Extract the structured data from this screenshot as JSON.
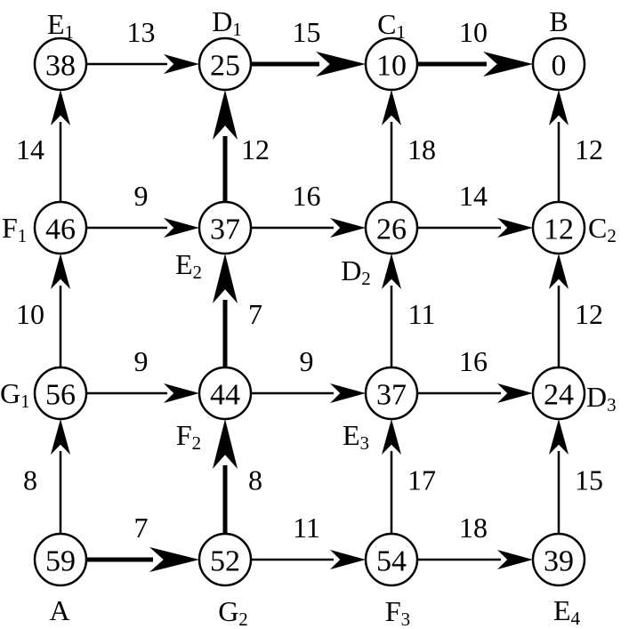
{
  "nodes": [
    {
      "id": "E1",
      "name": "E",
      "sub": "1",
      "value": "38"
    },
    {
      "id": "D1",
      "name": "D",
      "sub": "1",
      "value": "25"
    },
    {
      "id": "C1",
      "name": "C",
      "sub": "1",
      "value": "10"
    },
    {
      "id": "B",
      "name": "B",
      "sub": "",
      "value": "0"
    },
    {
      "id": "F1",
      "name": "F",
      "sub": "1",
      "value": "46"
    },
    {
      "id": "E2",
      "name": "E",
      "sub": "2",
      "value": "37"
    },
    {
      "id": "D2",
      "name": "D",
      "sub": "2",
      "value": "26"
    },
    {
      "id": "C2",
      "name": "C",
      "sub": "2",
      "value": "12"
    },
    {
      "id": "G1",
      "name": "G",
      "sub": "1",
      "value": "56"
    },
    {
      "id": "F2",
      "name": "F",
      "sub": "2",
      "value": "44"
    },
    {
      "id": "E3",
      "name": "E",
      "sub": "3",
      "value": "37"
    },
    {
      "id": "D3",
      "name": "D",
      "sub": "3",
      "value": "24"
    },
    {
      "id": "A",
      "name": "A",
      "sub": "",
      "value": "59"
    },
    {
      "id": "G2",
      "name": "G",
      "sub": "2",
      "value": "52"
    },
    {
      "id": "F3",
      "name": "F",
      "sub": "3",
      "value": "54"
    },
    {
      "id": "E4",
      "name": "E",
      "sub": "4",
      "value": "39"
    }
  ],
  "edges": [
    {
      "from": "E1",
      "to": "D1",
      "weight": "13",
      "bold": false
    },
    {
      "from": "D1",
      "to": "C1",
      "weight": "15",
      "bold": true
    },
    {
      "from": "C1",
      "to": "B",
      "weight": "10",
      "bold": true
    },
    {
      "from": "F1",
      "to": "E1",
      "weight": "14",
      "bold": false
    },
    {
      "from": "E2",
      "to": "D1",
      "weight": "12",
      "bold": true
    },
    {
      "from": "D2",
      "to": "C1",
      "weight": "18",
      "bold": false
    },
    {
      "from": "C2",
      "to": "B",
      "weight": "12",
      "bold": false
    },
    {
      "from": "F1",
      "to": "E2",
      "weight": "9",
      "bold": false
    },
    {
      "from": "E2",
      "to": "D2",
      "weight": "16",
      "bold": false
    },
    {
      "from": "D2",
      "to": "C2",
      "weight": "14",
      "bold": false
    },
    {
      "from": "G1",
      "to": "F1",
      "weight": "10",
      "bold": false
    },
    {
      "from": "F2",
      "to": "E2",
      "weight": "7",
      "bold": true
    },
    {
      "from": "E3",
      "to": "D2",
      "weight": "11",
      "bold": false
    },
    {
      "from": "D3",
      "to": "C2",
      "weight": "12",
      "bold": false
    },
    {
      "from": "G1",
      "to": "F2",
      "weight": "9",
      "bold": false
    },
    {
      "from": "F2",
      "to": "E3",
      "weight": "9",
      "bold": false
    },
    {
      "from": "E3",
      "to": "D3",
      "weight": "16",
      "bold": false
    },
    {
      "from": "A",
      "to": "G1",
      "weight": "8",
      "bold": false
    },
    {
      "from": "G2",
      "to": "F2",
      "weight": "8",
      "bold": true
    },
    {
      "from": "F3",
      "to": "E3",
      "weight": "17",
      "bold": false
    },
    {
      "from": "E4",
      "to": "D3",
      "weight": "15",
      "bold": false
    },
    {
      "from": "A",
      "to": "G2",
      "weight": "7",
      "bold": true
    },
    {
      "from": "G2",
      "to": "F3",
      "weight": "11",
      "bold": false
    },
    {
      "from": "F3",
      "to": "E4",
      "weight": "18",
      "bold": false
    }
  ]
}
